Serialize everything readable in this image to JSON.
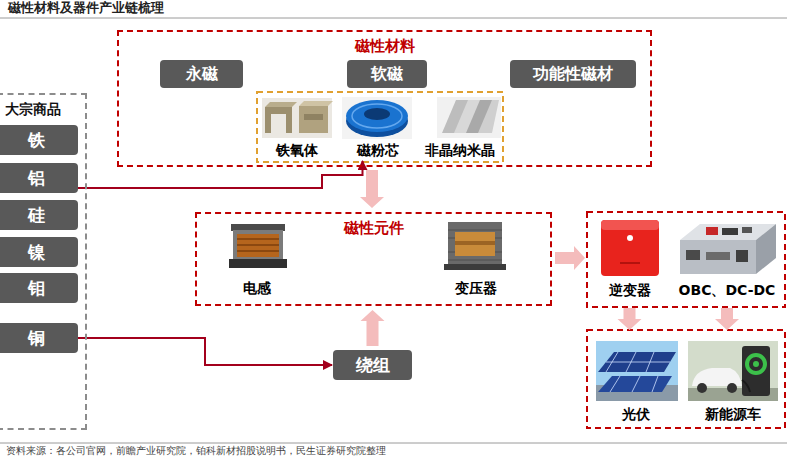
{
  "diagram": {
    "title": "磁性材料及器件产业链梳理",
    "caption": "资料来源：各公司官网，前瞻产业研究院，铂科新材招股说明书，民生证券研究院整理",
    "nodes": [
      {
        "text": [
          "磁性材料"
        ]
      },
      {
        "text": [
          "永磁"
        ],
        "in": 0
      },
      {
        "text": [
          "软磁"
        ],
        "in": 0
      },
      {
        "text": [
          "功能性磁材"
        ],
        "in": 0
      },
      {
        "text": [
          "铁氧体"
        ],
        "in": 0
      },
      {
        "text": [
          "磁粉芯"
        ],
        "in": 0
      },
      {
        "text": [
          "非晶纳米晶"
        ],
        "in": 0
      },
      {
        "text": [
          "大宗商品"
        ]
      },
      {
        "text": [
          "铁"
        ],
        "in": 7
      },
      {
        "text": [
          "铝"
        ],
        "in": 7
      },
      {
        "text": [
          "硅"
        ],
        "in": 7
      },
      {
        "text": [
          "镍"
        ],
        "in": 7
      },
      {
        "text": [
          "钼"
        ],
        "in": 7
      },
      {
        "text": [
          "铜"
        ],
        "in": 7
      },
      {
        "text": [
          "磁性元件"
        ]
      },
      {
        "text": [
          "电感"
        ],
        "in": 14
      },
      {
        "text": [
          "变压器"
        ],
        "in": 14
      },
      {
        "text": [
          "逆变器"
        ]
      },
      {
        "text": [
          "OBC、DC-DC"
        ]
      },
      {
        "text": [
          "绕组"
        ]
      },
      {
        "text": [
          "光伏"
        ]
      },
      {
        "text": [
          "新能源车"
        ]
      }
    ],
    "edges": [
      {
        "from": 9,
        "to": 5,
        "arrow": "to"
      },
      {
        "from": 13,
        "to": 19,
        "arrow": "to"
      },
      {
        "from": 0,
        "to": 14,
        "arrow": "to"
      },
      {
        "from": 19,
        "to": 14,
        "arrow": "to"
      },
      {
        "from": 14,
        "to": 17,
        "arrow": "to"
      },
      {
        "from": 17,
        "to": 20,
        "arrow": "to"
      },
      {
        "from": 18,
        "to": 21,
        "arrow": "to"
      }
    ]
  }
}
